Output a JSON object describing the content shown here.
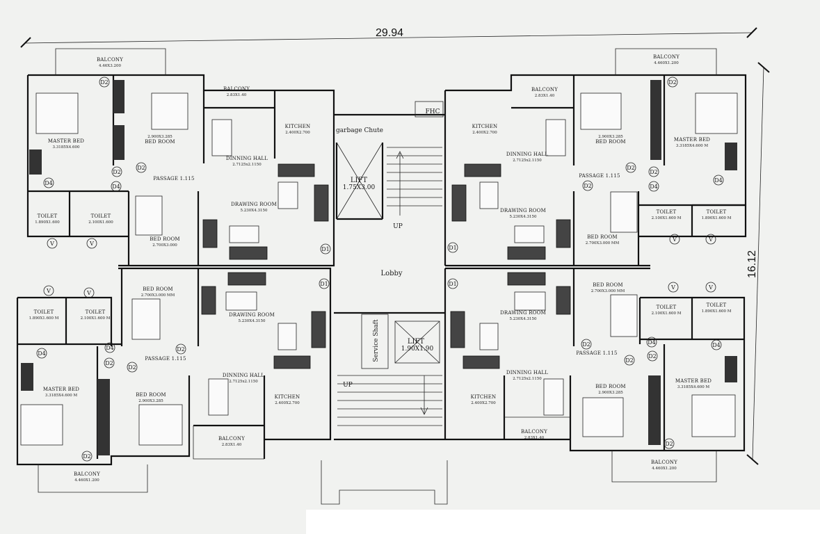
{
  "overall": {
    "width_label": "29.94",
    "height_label": "16.12"
  },
  "core": {
    "garbage": "garbage Chute",
    "fhc": "FHC",
    "lift_top": {
      "name": "LIFT",
      "dim": "1.75X3.00"
    },
    "lift_bottom": {
      "name": "LIFT",
      "dim": "1.90X1.90"
    },
    "up_top": "UP",
    "up_bottom": "UP",
    "lobby": "Lobby",
    "service_shaft": "Service Shaft"
  },
  "rooms": [
    {
      "name": "BALCONY",
      "dim": "4.46X3.200"
    },
    {
      "name": "MASTER BED",
      "dim": "3.3185X4.600"
    },
    {
      "name": "BED ROOM",
      "dim": "2.900X3.285"
    },
    {
      "name": "BALCONY",
      "dim": "2.83X1.40"
    },
    {
      "name": "KITCHEN",
      "dim": "2.400X2.700"
    },
    {
      "name": "DINNING HALL",
      "dim": "2.7125x2.1150"
    },
    {
      "name": "PASSAGE 1.115",
      "dim": ""
    },
    {
      "name": "DRAWING ROOM",
      "dim": "5.230X4.3150"
    },
    {
      "name": "TOILET",
      "dim": "1.890X1.600"
    },
    {
      "name": "TOILET",
      "dim": "2.100X1.600"
    },
    {
      "name": "BED ROOM",
      "dim": "2.700X3.000"
    },
    {
      "name": "KITCHEN",
      "dim": "2.400X2.700"
    },
    {
      "name": "DINNING HALL",
      "dim": "2.7125x2.1150"
    },
    {
      "name": "BALCONY",
      "dim": "2.83X1.40"
    },
    {
      "name": "BED ROOM",
      "dim": "2.900X3.285"
    },
    {
      "name": "MASTER BED",
      "dim": "3.3185X4.600 M"
    },
    {
      "name": "BALCONY",
      "dim": "4.460X1.200"
    },
    {
      "name": "PASSAGE 1.115",
      "dim": ""
    },
    {
      "name": "DRAWING ROOM",
      "dim": "5.230X4.3150"
    },
    {
      "name": "TOILET",
      "dim": "2.100X1.600 M"
    },
    {
      "name": "TOILET",
      "dim": "1.890X1.600 M"
    },
    {
      "name": "BED ROOM",
      "dim": "2.700X3.000 MM"
    },
    {
      "name": "BED ROOM",
      "dim": "2.700X3.000 MM"
    },
    {
      "name": "DRAWING ROOM",
      "dim": "5.230X4.3150"
    },
    {
      "name": "TOILET",
      "dim": "1.890X1.600 M"
    },
    {
      "name": "TOILET",
      "dim": "2.100X1.600 M"
    },
    {
      "name": "PASSAGE 1.115",
      "dim": ""
    },
    {
      "name": "MASTER BED",
      "dim": "3.3185X4.600 M"
    },
    {
      "name": "BED ROOM",
      "dim": "2.900X3.285"
    },
    {
      "name": "DINNING HALL",
      "dim": "2.7125x2.1150"
    },
    {
      "name": "KITCHEN",
      "dim": "2.400X2.700"
    },
    {
      "name": "BALCONY",
      "dim": "2.83X1.40"
    },
    {
      "name": "BALCONY",
      "dim": "4.460X1.200"
    },
    {
      "name": "BED ROOM",
      "dim": "2.700X3.000 MM"
    },
    {
      "name": "DRAWING ROOM",
      "dim": "5.230X4.3150"
    },
    {
      "name": "TOILET",
      "dim": "2.100X1.600 M"
    },
    {
      "name": "TOILET",
      "dim": "1.890X1.600 M"
    },
    {
      "name": "PASSAGE 1.115",
      "dim": ""
    },
    {
      "name": "DINNING HALL",
      "dim": "2.7125x2.1150"
    },
    {
      "name": "KITCHEN",
      "dim": "2.400X2.700"
    },
    {
      "name": "BED ROOM",
      "dim": "2.900X3.285"
    },
    {
      "name": "MASTER BED",
      "dim": "3.3185X4.600 M"
    },
    {
      "name": "BALCONY",
      "dim": "2.83X1.40"
    },
    {
      "name": "BALCONY",
      "dim": "4.460X1.200"
    }
  ],
  "door_tags": [
    "D1",
    "D2",
    "D4",
    "V"
  ]
}
